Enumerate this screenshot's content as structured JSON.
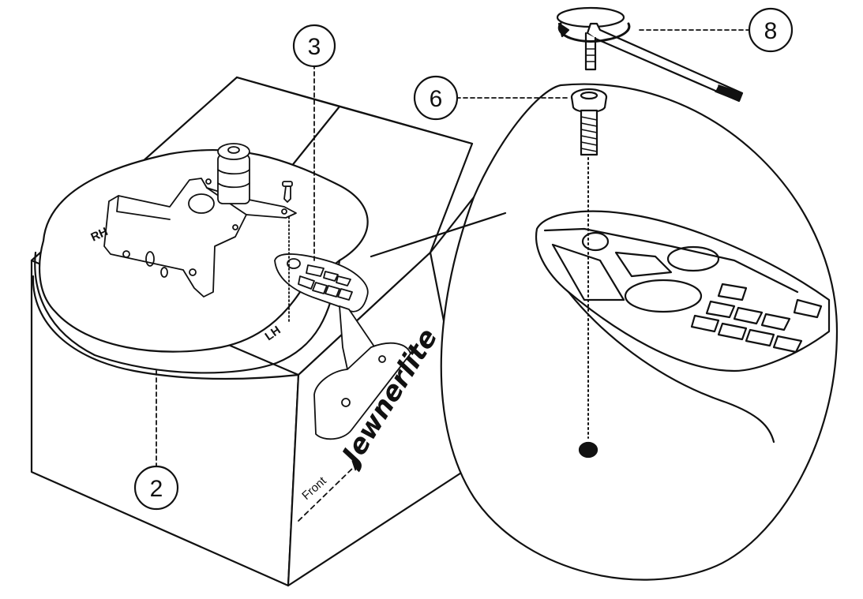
{
  "callouts": [
    {
      "number": "2",
      "part": "seat-box"
    },
    {
      "number": "3",
      "part": "mechanism-plate"
    },
    {
      "number": "6",
      "part": "bolt"
    },
    {
      "number": "8",
      "part": "hex-key"
    }
  ],
  "labels": {
    "right_hand": "RH",
    "left_hand": "LH",
    "front": "Front",
    "brand": "Jewnerlite"
  },
  "colors": {
    "line": "#111111",
    "fill": "#ffffff"
  }
}
